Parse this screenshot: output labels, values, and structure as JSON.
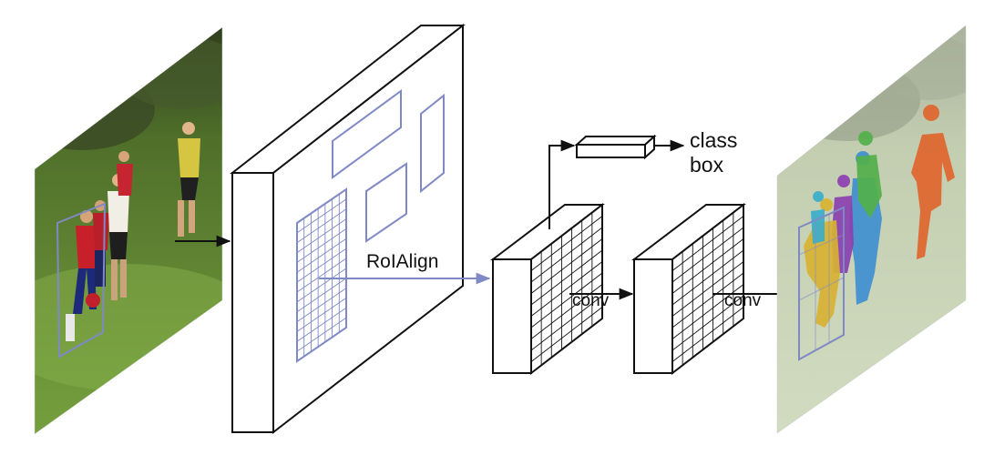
{
  "labels": {
    "roi_align": "RoIAlign",
    "class": "class",
    "box": "box",
    "conv_1": "conv",
    "conv_2": "conv"
  },
  "colors": {
    "roi_blue": "#7f89c6",
    "stroke": "#111111",
    "grass": "#5f8a30",
    "sky": "#7d8d5b"
  },
  "masks": [
    {
      "name": "mask-orange",
      "color": "#e0652d"
    },
    {
      "name": "mask-blue",
      "color": "#3f8fd0"
    },
    {
      "name": "mask-green",
      "color": "#52b04a"
    },
    {
      "name": "mask-purple",
      "color": "#8b3fb0"
    },
    {
      "name": "mask-yellow",
      "color": "#d8b132"
    },
    {
      "name": "mask-cyan",
      "color": "#3aaeca"
    }
  ]
}
